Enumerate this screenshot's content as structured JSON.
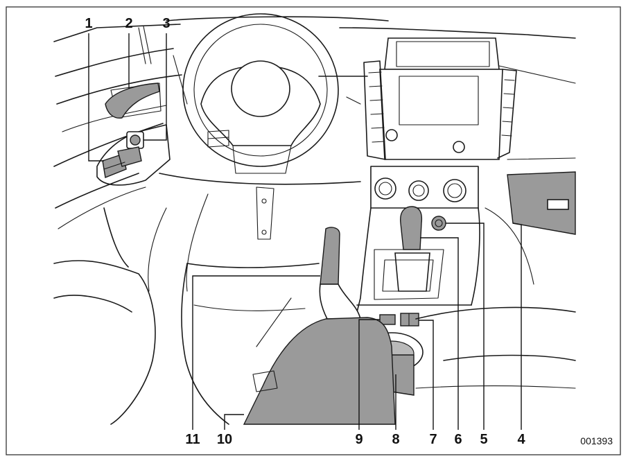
{
  "callouts": [
    {
      "id": "1",
      "label": "1"
    },
    {
      "id": "2",
      "label": "2"
    },
    {
      "id": "3",
      "label": "3"
    },
    {
      "id": "4",
      "label": "4"
    },
    {
      "id": "5",
      "label": "5"
    },
    {
      "id": "6",
      "label": "6"
    },
    {
      "id": "7",
      "label": "7"
    },
    {
      "id": "8",
      "label": "8"
    },
    {
      "id": "9",
      "label": "9"
    },
    {
      "id": "10",
      "label": "10"
    },
    {
      "id": "11",
      "label": "11"
    }
  ],
  "figure_code": "001393",
  "colors": {
    "line": "#1a1a1a",
    "highlight": "#9a9a9a",
    "background": "#ffffff"
  }
}
